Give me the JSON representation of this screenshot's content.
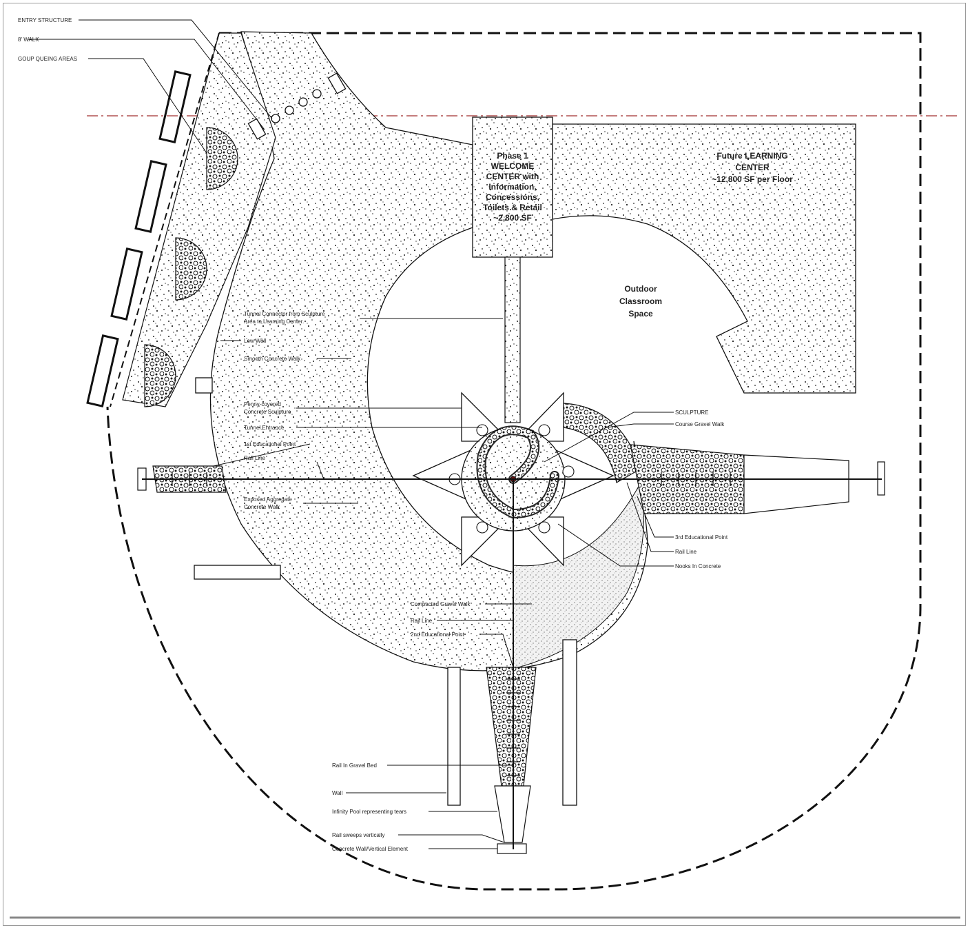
{
  "labels": {
    "entry_structure": "ENTRY STRUCTURE",
    "walk_8": "8' WALK",
    "group_queuing": "GOUP QUEING AREAS",
    "welcome_center": [
      "Phase 1",
      "WELCOME",
      "CENTER with",
      "Information,",
      "Concessions,",
      "Toilets & Retail",
      "~2,800 SF"
    ],
    "learning_center": [
      "Future LEARNING",
      "CENTER",
      "~12,800 SF per Floor"
    ],
    "outdoor_classroom": [
      "Outdoor",
      "Classroom",
      "Space"
    ],
    "tunnel_connector": [
      "Tunnel Connector from Sculpture",
      "Area to Learning Center."
    ],
    "low_wall": "Low Wall",
    "smooth_walk": "Smooth Concrete Walk",
    "penny_sculpture": [
      "Penny-covered",
      "Concrete Sculpture"
    ],
    "tunnel_entrance": "Tunnel Entrance",
    "edu_point_1": "1st Educational Point",
    "rail_line_left": "Rail Line",
    "exposed_aggregate": [
      "Exposed Aggregate",
      "Concrete Walk"
    ],
    "sculpture": "SCULPTURE",
    "coarse_gravel": "Course Gravel Walk",
    "edu_point_3": "3rd Educational Point",
    "rail_line_right": "Rail Line",
    "nooks": "Nooks In Concrete",
    "compacted_gravel": "Compacted Gravel Walk",
    "rail_line_bottom": "Rail Line",
    "edu_point_2": "2nd Educational Point",
    "rail_gravel_bed": "Rail In Gravel Bed",
    "wall": "Wall",
    "infinity_pool": "Infinity Pool representing tears",
    "rail_sweeps": "Rail sweeps vertically",
    "concrete_wall_vertical": "Concrete Wall/Vertical Element"
  },
  "colors": {
    "line": "#111111",
    "property_line": "#b05050",
    "fill": "#ffffff"
  }
}
